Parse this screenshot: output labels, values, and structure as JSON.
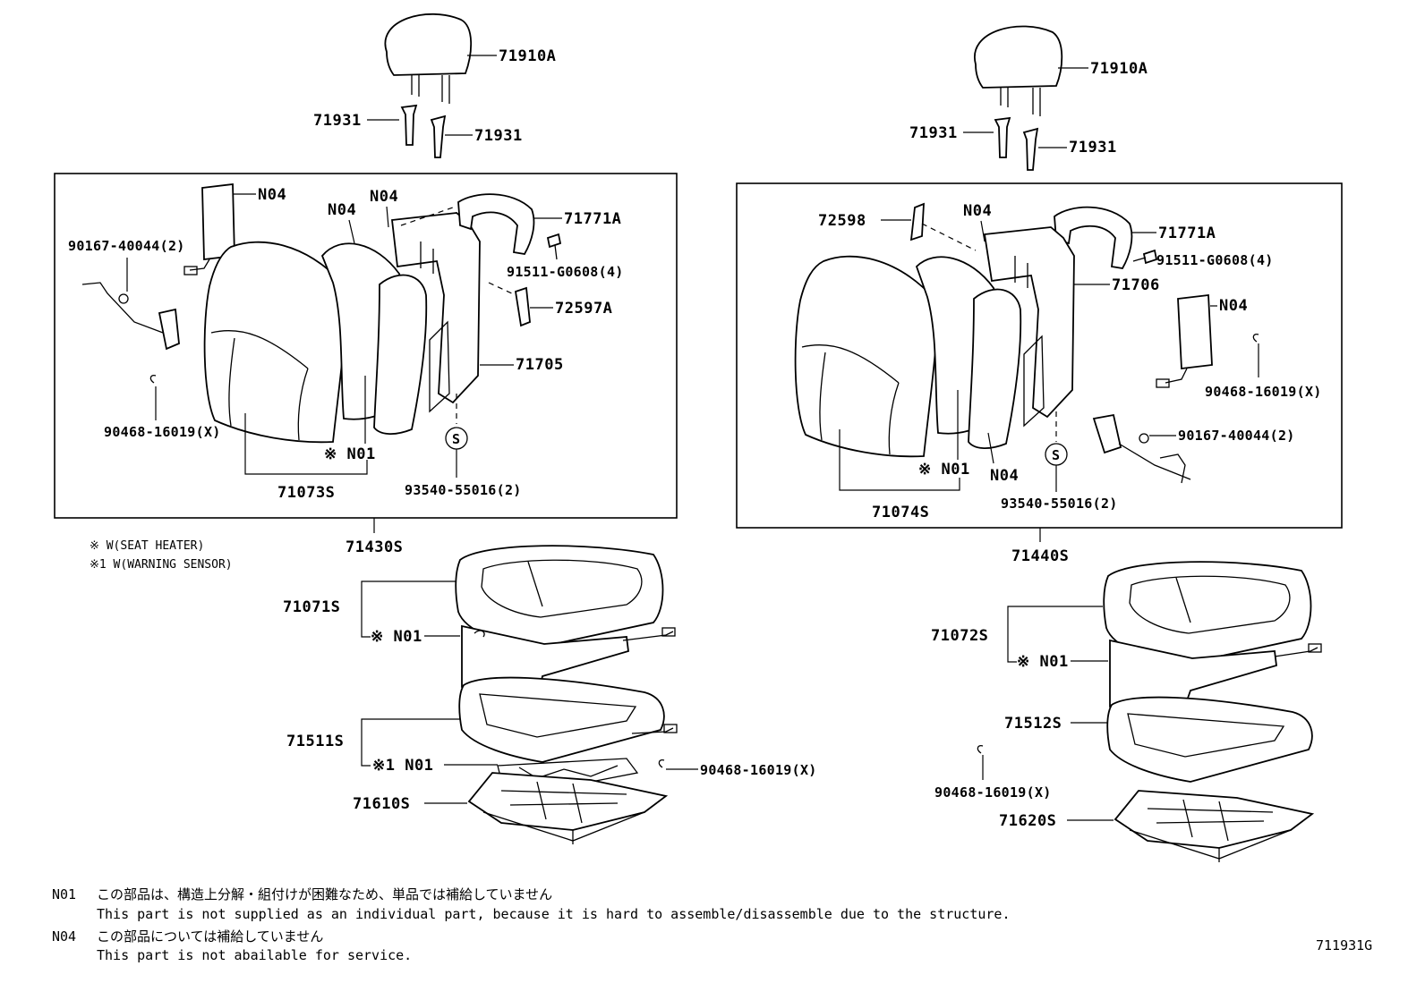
{
  "diagram": {
    "left_assembly": {
      "headrest": "71910A",
      "headrest_guide_left": "71931",
      "headrest_guide_right": "71931",
      "box_labels": {
        "n04_airbag": "N04",
        "bolt": "90167-40044(2)",
        "n04_pad": "N04",
        "n04_frame": "N04",
        "trim": "71771A",
        "screw": "91511-G0608(4)",
        "clip": "72597A",
        "back_board": "71705",
        "hog_ring": "90468-16019(X)",
        "n01_heater": "※ N01",
        "back_cover": "71073S",
        "fastener": "93540-55016(2)"
      },
      "back_assembly": "71430S",
      "cushion": {
        "cover": "71071S",
        "heater": "※ N01",
        "pad": "71511S",
        "sensor": "※1 N01",
        "hog_ring": "90468-16019(X)",
        "frame": "71610S"
      }
    },
    "right_assembly": {
      "headrest": "71910A",
      "headrest_guide_left": "71931",
      "headrest_guide_right": "71931",
      "box_labels": {
        "clip": "72598",
        "n04_frame": "N04",
        "trim": "71771A",
        "screw": "91511-G0608(4)",
        "back_board": "71706",
        "n04_airbag": "N04",
        "hog_ring": "90468-16019(X)",
        "bolt": "90167-40044(2)",
        "n01_heater": "※ N01",
        "n04_pad": "N04",
        "back_cover": "71074S",
        "fastener": "93540-55016(2)"
      },
      "back_assembly": "71440S",
      "cushion": {
        "cover": "71072S",
        "heater": "※ N01",
        "pad": "71512S",
        "hog_ring": "90468-16019(X)",
        "frame": "71620S"
      }
    },
    "fastener_symbol": "S",
    "legend": {
      "line1": "※  W(SEAT HEATER)",
      "line2": "※1 W(WARNING SENSOR)"
    },
    "notes": [
      {
        "code": "N01",
        "ja": "この部品は、構造上分解・組付けが困難なため、単品では補給していません",
        "en": "This part is not supplied as an individual part,  because it is hard to assemble/disassemble due to the structure."
      },
      {
        "code": "N04",
        "ja": "この部品については補給していません",
        "en": "This part is not abailable for service."
      }
    ],
    "figure_id": "711931G"
  }
}
